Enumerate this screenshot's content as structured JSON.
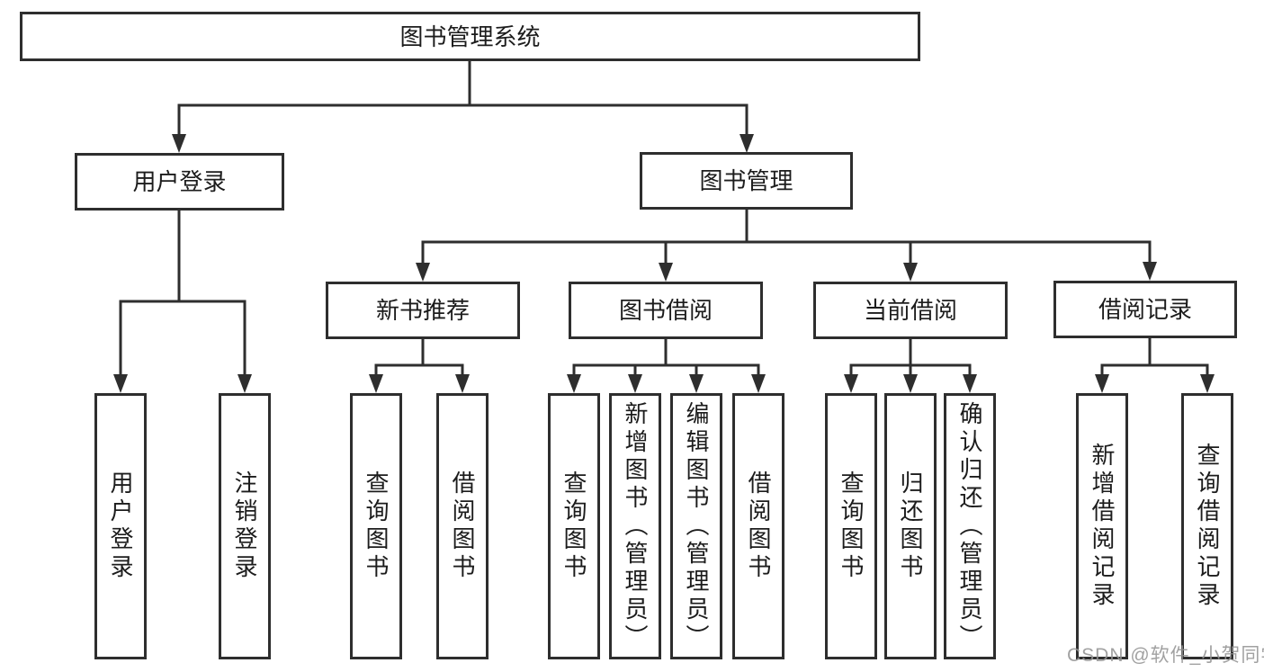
{
  "diagram": {
    "colors": {
      "line": "#2e2e2e",
      "box_border": "#2e2e2e",
      "box_fill": "#ffffff",
      "text": "#1c1c1c",
      "watermark": "#949494"
    },
    "root": {
      "label": "图书管理系统"
    },
    "branches": [
      {
        "label": "用户登录",
        "children": [
          {
            "label": "用户登录"
          },
          {
            "label": "注销登录"
          }
        ]
      },
      {
        "label": "图书管理",
        "children": [
          {
            "label": "新书推荐",
            "children": [
              {
                "label": "查询图书"
              },
              {
                "label": "借阅图书"
              }
            ]
          },
          {
            "label": "图书借阅",
            "children": [
              {
                "label": "查询图书"
              },
              {
                "label": "新增图书（管理员）"
              },
              {
                "label": "编辑图书（管理员）"
              },
              {
                "label": "借阅图书"
              }
            ]
          },
          {
            "label": "当前借阅",
            "children": [
              {
                "label": "查询图书"
              },
              {
                "label": "归还图书"
              },
              {
                "label": "确认归还（管理员）"
              }
            ]
          },
          {
            "label": "借阅记录",
            "children": [
              {
                "label": "新增借阅记录"
              },
              {
                "label": "查询借阅记录"
              }
            ]
          }
        ]
      }
    ]
  },
  "watermark": {
    "text": "CSDN @软件_小贺同学"
  }
}
